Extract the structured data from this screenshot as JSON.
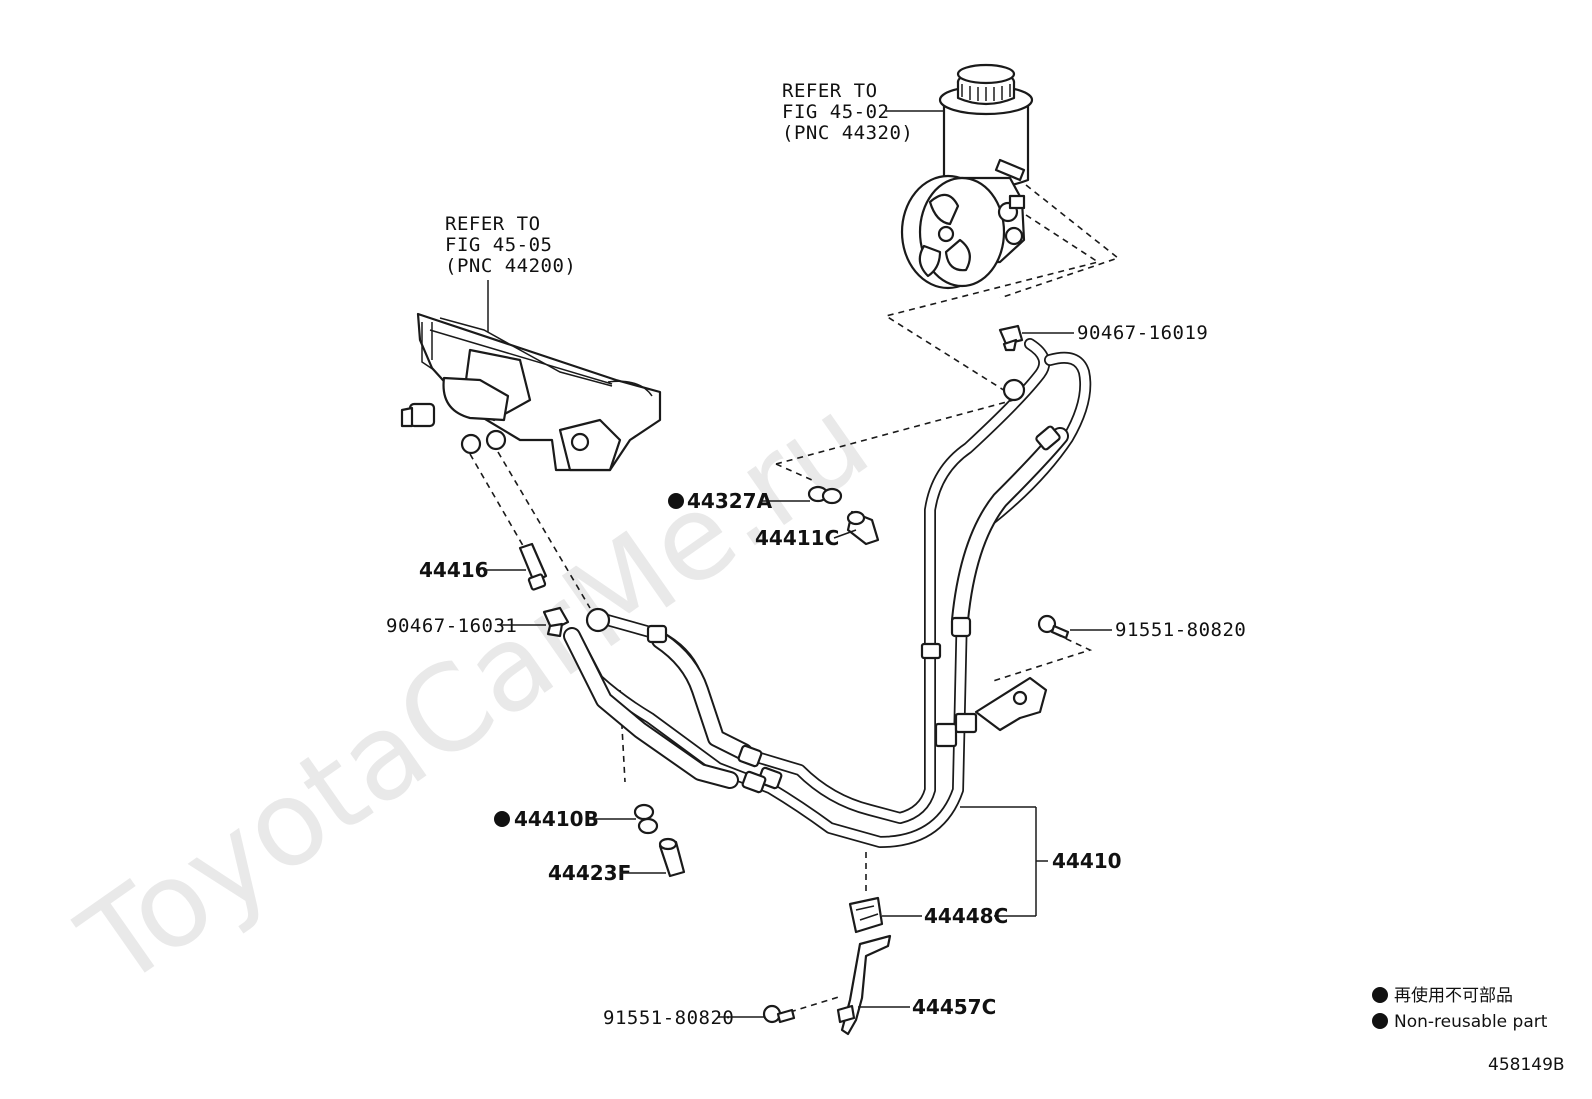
{
  "watermark": "ToyotaCarMe.ru",
  "references": {
    "pump": {
      "line1": "REFER TO",
      "line2": "FIG 45-02",
      "line3": "(PNC 44320)"
    },
    "gear": {
      "line1": "REFER TO",
      "line2": "FIG 45-05",
      "line3": "(PNC 44200)"
    }
  },
  "parts": {
    "p_90467_16019": "90467-16019",
    "p_44327A": "44327A",
    "p_44411C": "44411C",
    "p_44416": "44416",
    "p_90467_16031": "90467-16031",
    "p_91551_80820_top": "91551-80820",
    "p_44410B": "44410B",
    "p_44423F": "44423F",
    "p_44410": "44410",
    "p_44448C": "44448C",
    "p_91551_80820_bottom": "91551-80820",
    "p_44457C": "44457C"
  },
  "legend": {
    "line_jp": "再使用不可部品",
    "line_en": "Non-reusable part"
  },
  "figure_id": "458149B"
}
